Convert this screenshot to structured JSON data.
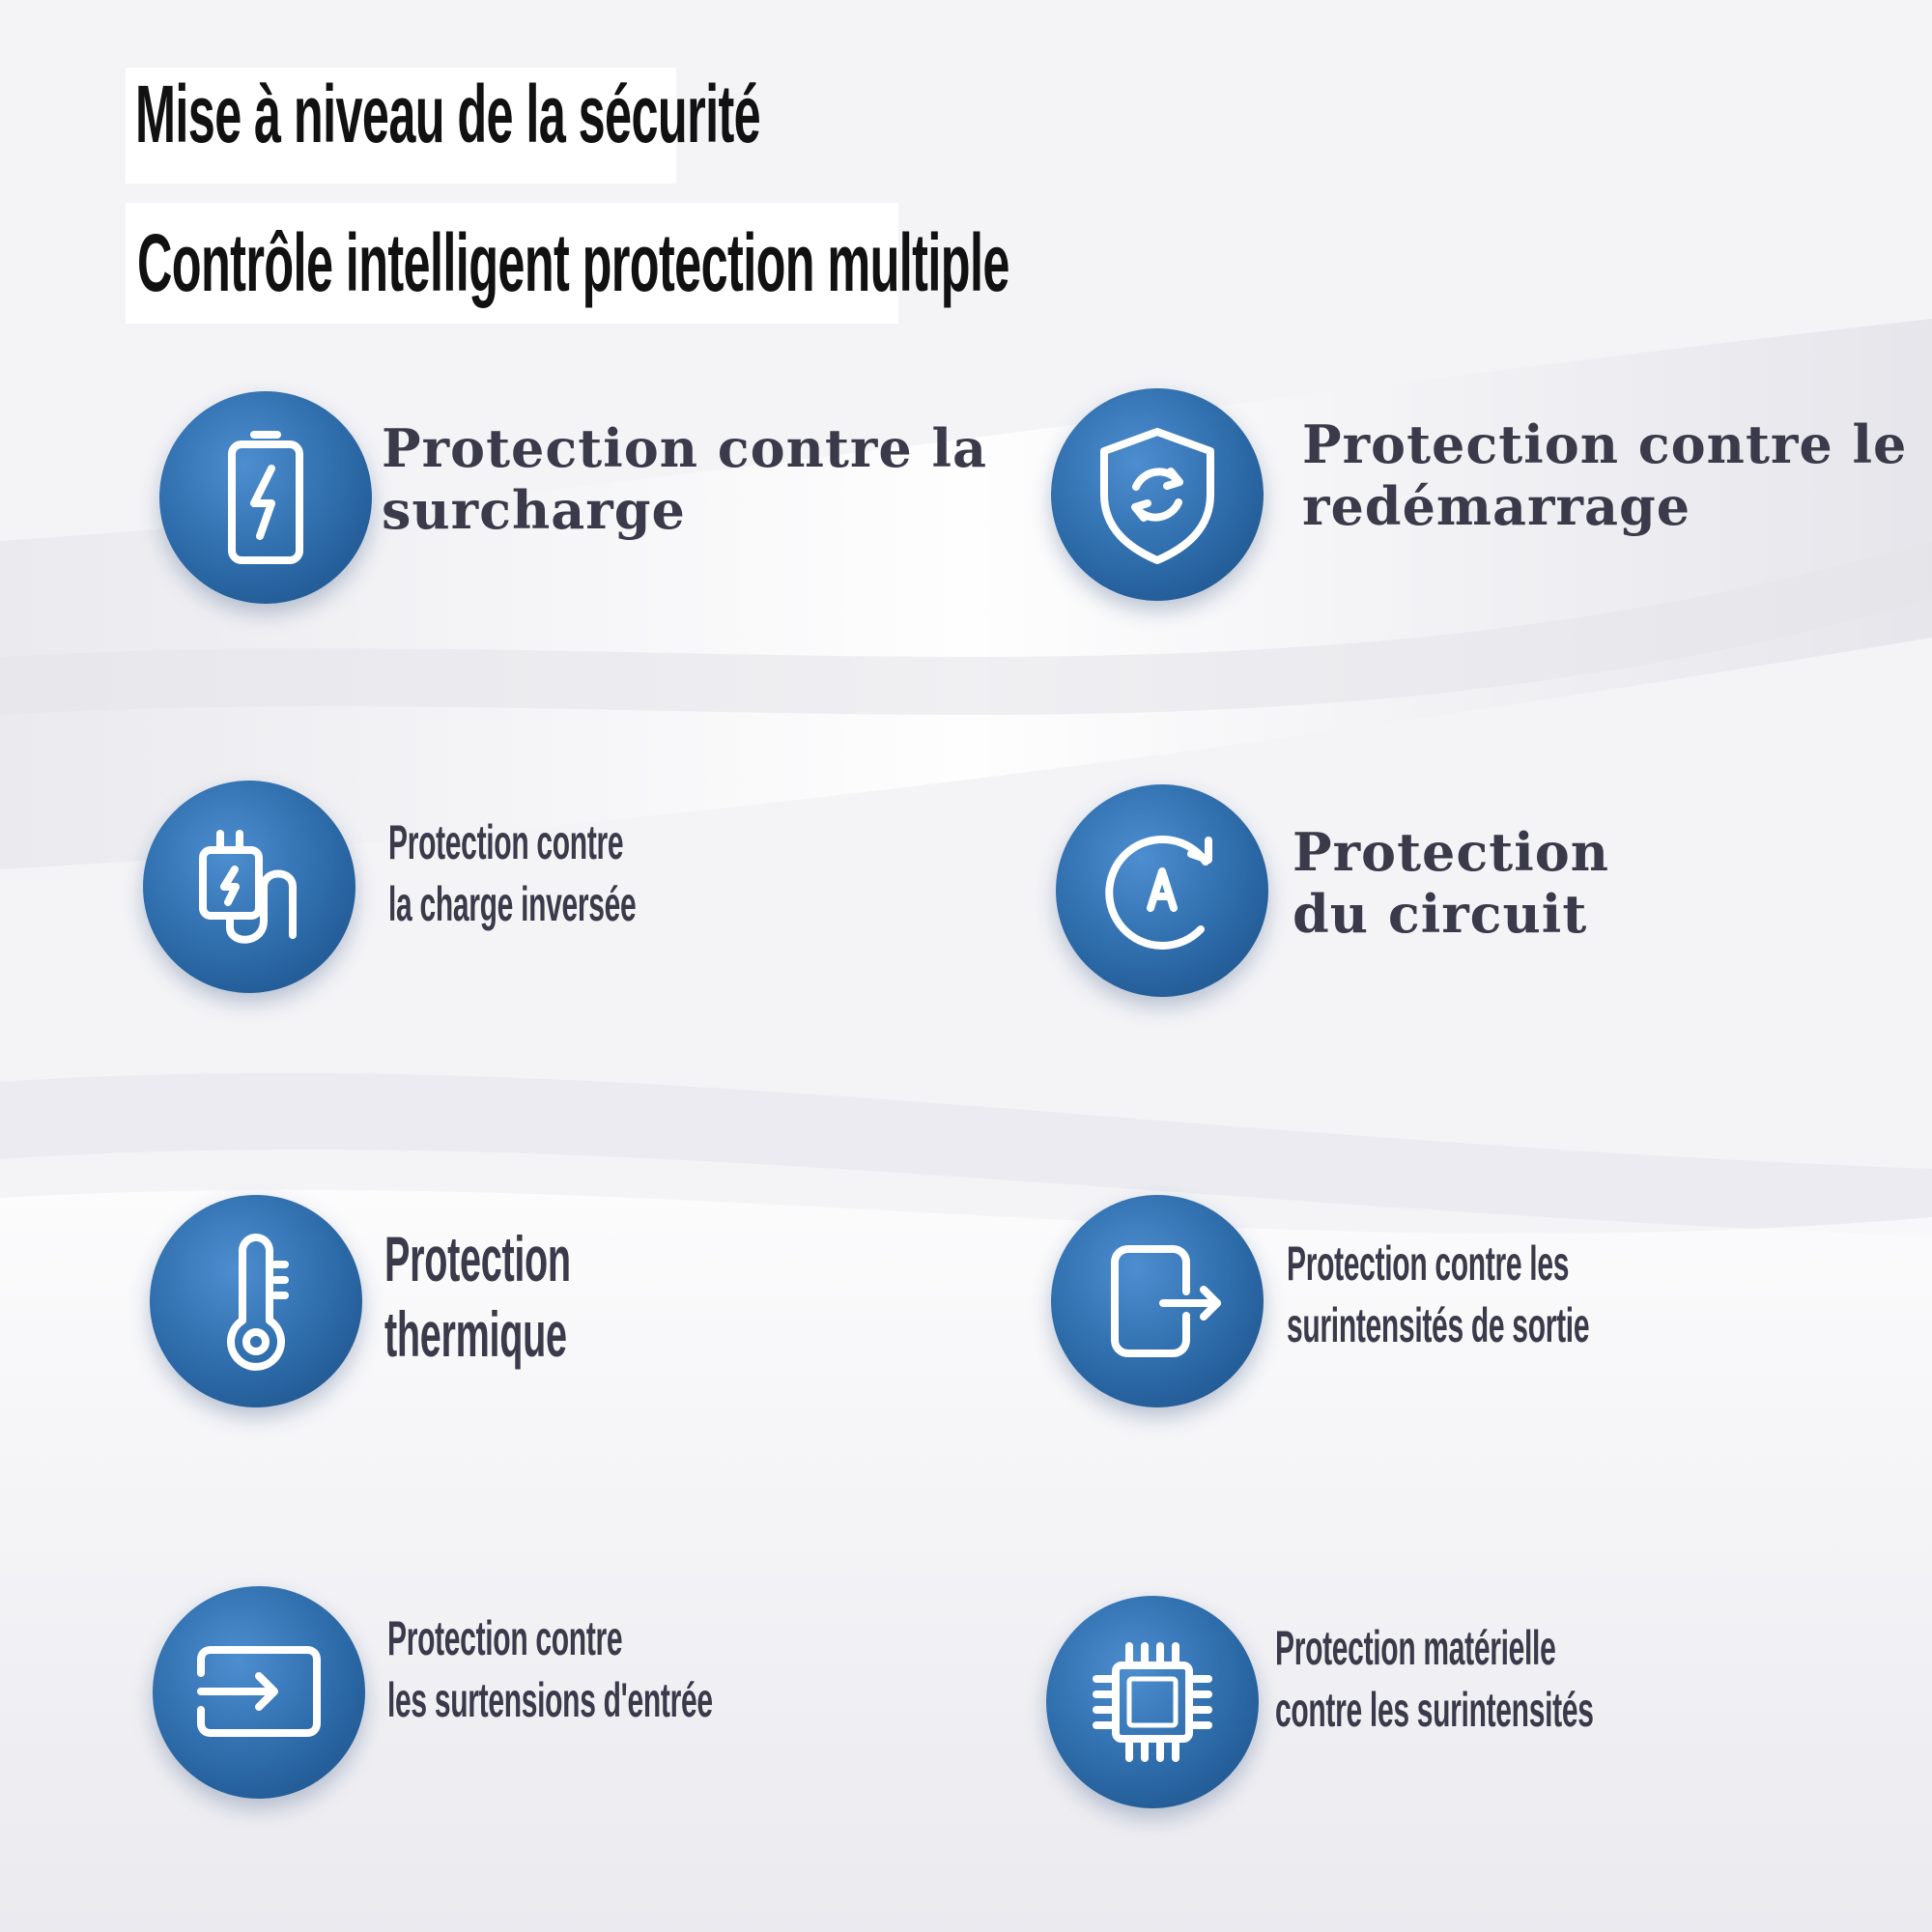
{
  "header": {
    "title": "Mise à niveau de la sécurité",
    "subtitle": "Contrôle intelligent protection multiple"
  },
  "features": {
    "overcharge": {
      "icon": "battery-bolt-icon",
      "line1": "Protection contre la",
      "line2": "surcharge"
    },
    "restart": {
      "icon": "shield-refresh-icon",
      "line1": "Protection contre le",
      "line2": "redémarrage"
    },
    "reverse_charge": {
      "icon": "charger-plug-icon",
      "line1": "Protection contre",
      "line2": "la charge inversée"
    },
    "circuit": {
      "icon": "circuit-rotate-icon",
      "line1": "Protection",
      "line2": "du circuit"
    },
    "thermal": {
      "icon": "thermometer-icon",
      "line1": "Protection",
      "line2": "thermique"
    },
    "output_overcurrent": {
      "icon": "output-arrow-icon",
      "line1": "Protection contre les",
      "line2": "surintensités de sortie"
    },
    "input_overvoltage": {
      "icon": "input-arrow-icon",
      "line1": "Protection contre",
      "line2": "les surtensions d'entrée"
    },
    "hardware_overcurrent": {
      "icon": "chip-icon",
      "line1": "Protection matérielle",
      "line2": "contre les surintensités"
    }
  },
  "colors": {
    "background": "#f6f6f8",
    "icon_blue": "#2c6aa8",
    "title_text": "#111111",
    "label_text": "#3b3a4a"
  }
}
